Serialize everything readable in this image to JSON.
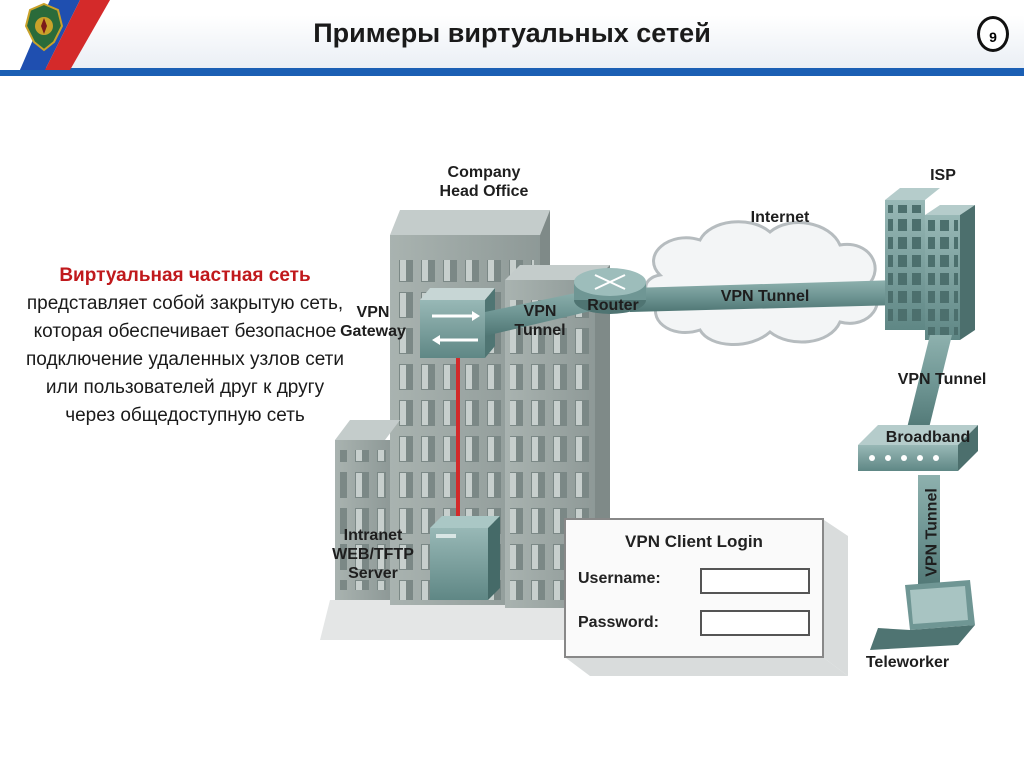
{
  "header": {
    "title": "Примеры виртуальных сетей",
    "page_number": "9"
  },
  "description": {
    "highlight": "Виртуальная частная сеть",
    "text": "представляет собой закрытую сеть, которая обеспечивает безопасное подключение удаленных узлов сети или пользователей друг к другу через общедоступную сеть"
  },
  "diagram": {
    "company_line1": "Company",
    "company_line2": "Head Office",
    "vpn_gateway_line1": "VPN",
    "vpn_gateway_line2": "Gateway",
    "vpn_tunnel_line1": "VPN",
    "vpn_tunnel_line2": "Tunnel",
    "router": "Router",
    "internet": "Internet",
    "vpn_tunnel_main": "VPN Tunnel",
    "isp": "ISP",
    "vpn_tunnel_isp": "VPN Tunnel",
    "broadband": "Broadband",
    "vpn_tunnel_vertical": "VPN Tunnel",
    "teleworker": "Teleworker",
    "server_line1": "Intranet",
    "server_line2": "WEB/TFTP",
    "server_line3": "Server"
  },
  "login": {
    "title": "VPN Client Login",
    "username_label": "Username:",
    "password_label": "Password:"
  }
}
